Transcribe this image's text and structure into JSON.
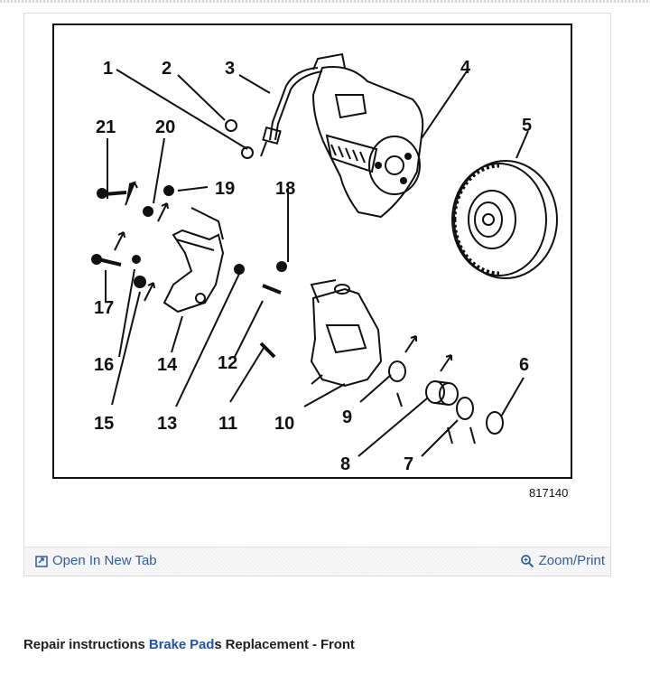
{
  "figure": {
    "callouts": [
      "1",
      "2",
      "3",
      "4",
      "5",
      "6",
      "7",
      "8",
      "9",
      "10",
      "11",
      "12",
      "13",
      "14",
      "15",
      "16",
      "17",
      "18",
      "19",
      "20",
      "21"
    ],
    "code": "817140"
  },
  "toolbar": {
    "open_label": "Open In New Tab",
    "zoom_label": "Zoom/Print",
    "open_icon": "open-new-tab-icon",
    "zoom_icon": "magnifier-icon"
  },
  "caption": {
    "prefix": "Repair instructions ",
    "link": "Brake Pad",
    "suffix": "s Replacement - Front"
  }
}
